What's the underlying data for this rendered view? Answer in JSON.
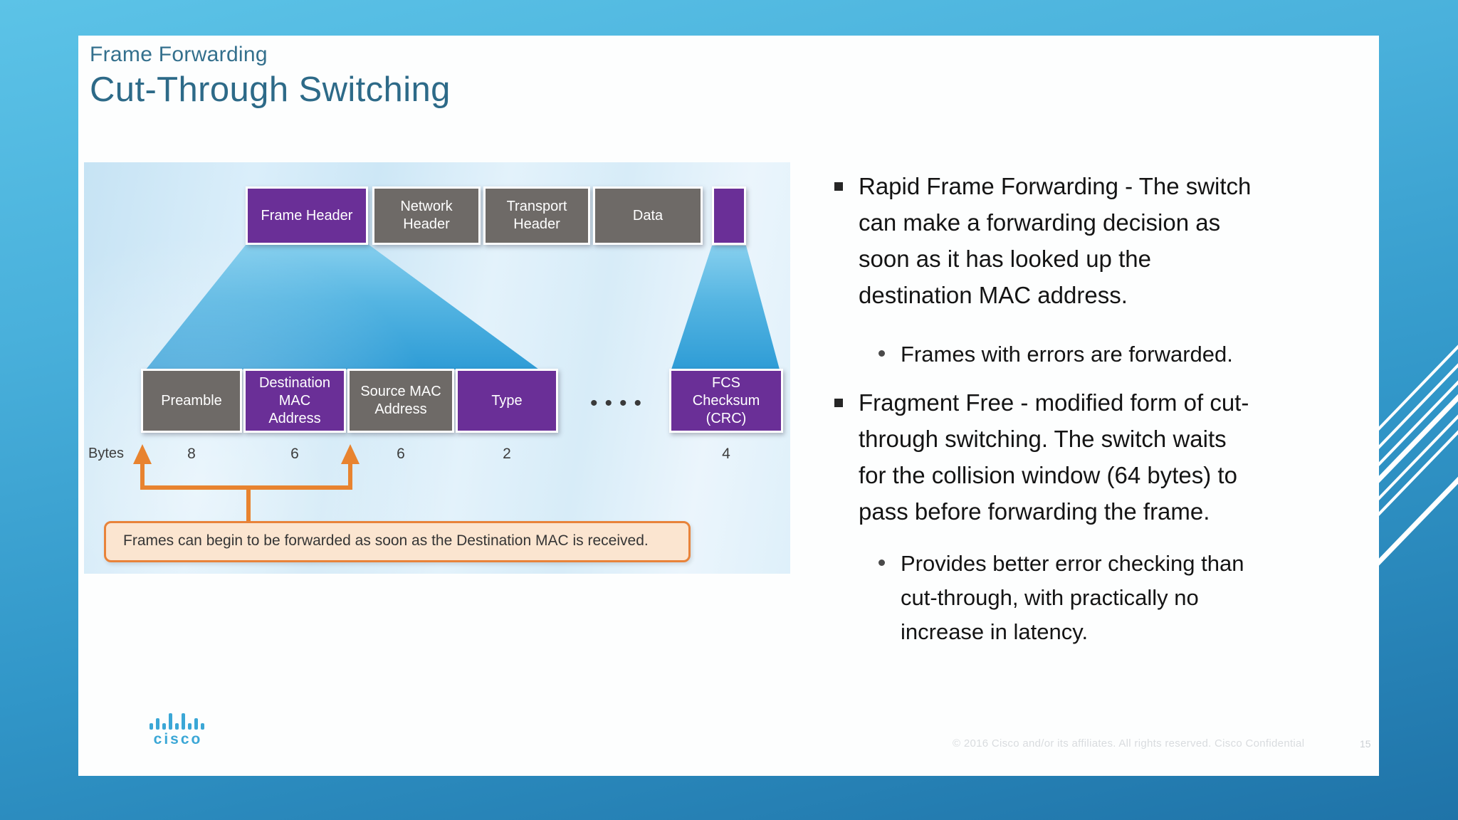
{
  "slide": {
    "pretitle": "Frame Forwarding",
    "title": "Cut-Through Switching"
  },
  "diagram": {
    "bytes_caption": "Bytes",
    "dots": "••••",
    "top_row": [
      {
        "label": "Frame Header",
        "color": "purple"
      },
      {
        "label": "Network Header",
        "color": "gray"
      },
      {
        "label": "Transport Header",
        "color": "gray"
      },
      {
        "label": "Data",
        "color": "gray"
      },
      {
        "label": "",
        "color": "purple"
      }
    ],
    "bottom_row": [
      {
        "label": "Preamble",
        "color": "gray",
        "bytes": "8"
      },
      {
        "label": "Destination MAC Address",
        "color": "purple",
        "bytes": "6"
      },
      {
        "label": "Source MAC Address",
        "color": "gray",
        "bytes": "6"
      },
      {
        "label": "Type",
        "color": "purple",
        "bytes": "2"
      },
      {
        "label": "FCS Checksum (CRC)",
        "color": "purple",
        "bytes": "4"
      }
    ],
    "callout": "Frames can begin to be forwarded as soon as the Destination MAC is received."
  },
  "content": {
    "bullets": [
      {
        "level": 1,
        "text": "Rapid Frame Forwarding -  The switch\ncan make a forwarding decision as\nsoon as it has looked up the\ndestination MAC address."
      },
      {
        "level": 2,
        "text": "Frames with errors are forwarded."
      },
      {
        "level": 1,
        "text": "Fragment Free - modified form of cut-\nthrough switching. The switch waits\nfor the collision window (64 bytes) to\npass before forwarding the frame."
      },
      {
        "level": 2,
        "text": "Provides better error checking than\ncut-through, with practically no\nincrease in latency."
      }
    ]
  },
  "footer": {
    "logo_text": "cisco",
    "copyright": "© 2016  Cisco and/or its affiliates. All rights reserved.   Cisco Confidential",
    "page": "15"
  },
  "colors": {
    "field_purple": "#6a2f97",
    "field_gray": "#6e6a67",
    "accent_orange": "#e8832f",
    "title_teal": "#2d6a88",
    "funnel_blue_top": "#86cfee",
    "funnel_blue_bottom": "#2e9cd6",
    "logo_blue": "#3ba7d6",
    "background_top": "#5cc3e7",
    "background_bottom": "#1f73a8"
  }
}
